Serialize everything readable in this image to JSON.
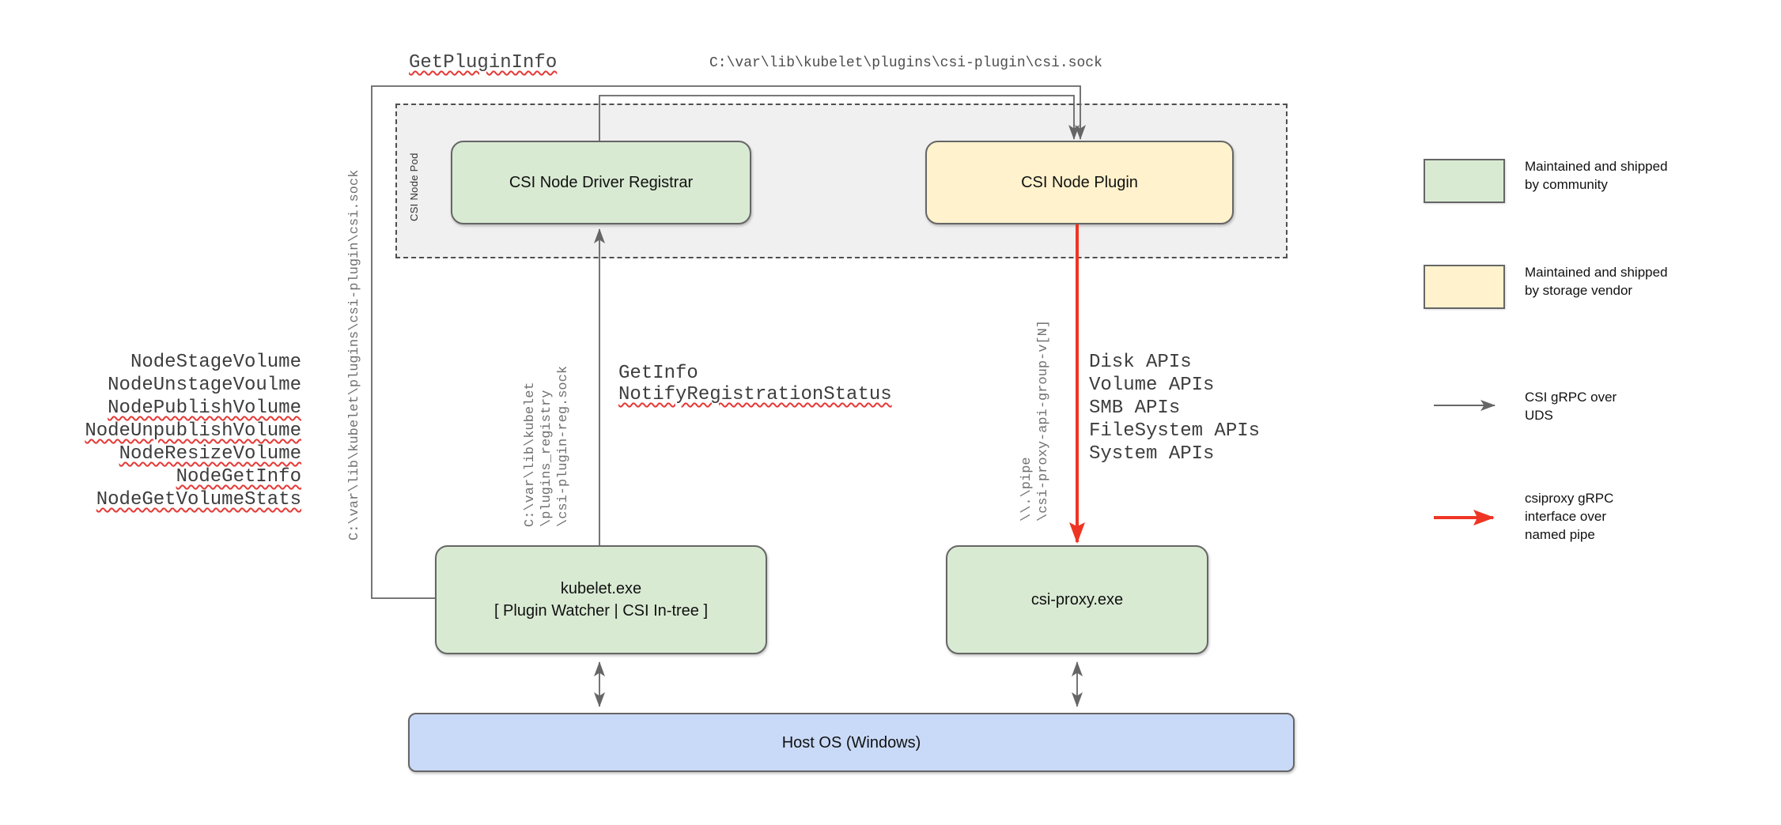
{
  "colors": {
    "community_fill": "#d9ead3",
    "vendor_fill": "#fff2cc",
    "host_fill": "#c9daf8",
    "pod_fill": "#f0f0f0",
    "line_gray": "#666666",
    "pipe_red": "#ee3524",
    "squiggle_red": "#e53935"
  },
  "annotations": {
    "get_plugin_info": "GetPluginInfo",
    "csi_sock_path_top": "C:\\var\\lib\\kubelet\\plugins\\csi-plugin\\csi.sock",
    "csi_sock_path_vertical": "C:\\var\\lib\\kubelet\\plugins\\csi-plugin\\csi.sock",
    "node_rpc_calls": [
      "NodeStageVolume",
      "NodeUnstageVoulme",
      "NodePublishVolume",
      "NodeUnpublishVolume",
      "NodeResizeVolume",
      "NodeGetInfo",
      "NodeGetVolumeStats"
    ],
    "registration_sock_lines": [
      "C:\\var\\lib\\kubelet",
      "\\plugins_registry",
      "\\csi-plugin-reg.sock"
    ],
    "registration_calls": {
      "get_info": "GetInfo",
      "notify": "NotifyRegistrationStatus"
    },
    "named_pipe_lines": [
      "\\\\.\\pipe",
      "\\csi-proxy-api-group-v[N]"
    ],
    "proxy_apis": [
      "Disk APIs",
      "Volume APIs",
      "SMB APIs",
      "FileSystem APIs",
      "System APIs"
    ]
  },
  "nodes": {
    "pod_label": "CSI Node Pod",
    "registrar": "CSI Node Driver Registrar",
    "plugin": "CSI Node Plugin",
    "kubelet_title": "kubelet.exe",
    "kubelet_subtitle": "[ Plugin Watcher | CSI In-tree ]",
    "csi_proxy": "csi-proxy.exe",
    "host_os": "Host OS (Windows)"
  },
  "legend": {
    "community": [
      "Maintained and shipped",
      "by community"
    ],
    "vendor": [
      "Maintained and shipped",
      "by storage vendor"
    ],
    "uds_arrow": [
      "CSI gRPC over",
      "UDS"
    ],
    "pipe_arrow": [
      "csiproxy gRPC",
      "interface over",
      "named pipe"
    ]
  }
}
